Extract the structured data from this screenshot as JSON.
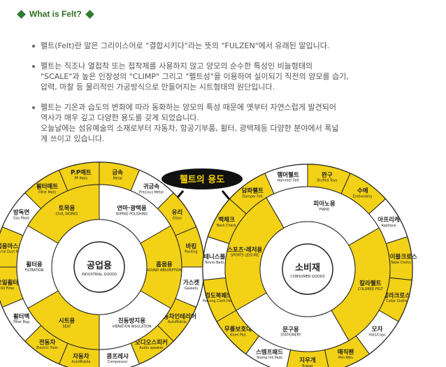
{
  "header": {
    "title": "What is Felt?"
  },
  "bullets": [
    {
      "lines": [
        "펠트(Felt)란 말은 그리이스어로 \"결합시키다\"라는 뜻의 \"FULZEN\"에서 유래된 말입니다."
      ]
    },
    {
      "lines": [
        "펠트는 직조나 열접착 또는 접착제를 사용하지 않고 양모의 순수한 특성인 비늘형태의",
        "\"SCALE\"과 높은 인장성의 \"CLIMP\" 그리고 \"펠트성\"을 이용하여 실이되기 직전의 양모를 습기,",
        "압력, 마찰 등 물리적인 가공방식으로 만들어지는 시트형태의 원단입니다."
      ]
    },
    {
      "lines": [
        "펠트는 기온과 습도의 변화에 따라 동화하는 양모의 특성 때문에 옛부터 자연스럽게 발견되어",
        "역사가 매우 깊고 다양한 용도를 갖게 되었습니다.",
        "오늘날에는 섬유예술의 소재로부터 자동차, 항공기부품, 휠터, 광택제등 다양한 분야에서 폭넓",
        "게 쓰이고 있습니다."
      ]
    }
  ],
  "diagram": {
    "title": "휄트의 용도",
    "industrial": {
      "center_ko": "공업용",
      "center_en": "INDUSTRIAL GOODS",
      "outer": [
        {
          "ko": "금속",
          "en": "Metal"
        },
        {
          "ko": "귀금속",
          "en": "Precious Metal"
        },
        {
          "ko": "유리",
          "en": "Glass"
        },
        {
          "ko": "바킹",
          "en": "Packing"
        },
        {
          "ko": "가스켓",
          "en": "Gaskets"
        },
        {
          "ko": "자동차인테리어",
          "en": "AutoMobile"
        },
        {
          "ko": "오디오스피커",
          "en": "Audio speaker"
        },
        {
          "ko": "콤프레샤",
          "en": "Compressor"
        },
        {
          "ko": "자동차",
          "en": "AutoMobile"
        },
        {
          "ko": "전동차",
          "en": "Electric Train"
        },
        {
          "ko": "휠터백",
          "en": "Filter Bag"
        },
        {
          "ko": "오일휠터",
          "en": "Oil Filter"
        },
        {
          "ko": "산업용마스크",
          "en": "Industrial Dust Mask"
        },
        {
          "ko": "방독면",
          "en": "Gas Mask"
        },
        {
          "ko": "휠터매트",
          "en": "Filter Mats"
        },
        {
          "ko": "P.P매트",
          "en": "PP Mats"
        }
      ],
      "inner": [
        {
          "ko": "토목용",
          "en": "CIVIL WORKS"
        },
        {
          "ko": "연마·광택용",
          "en": "WIPING POLISHING"
        },
        {
          "ko": "흡음용",
          "en": "SOUND ABSORPTION"
        },
        {
          "ko": "진동방지용",
          "en": "VIBRATION INSULATION"
        },
        {
          "ko": "시트용",
          "en": "SEAT"
        },
        {
          "ko": "휠터용",
          "en": "FILTRATION"
        }
      ]
    },
    "consumer": {
      "center_ko": "소비재",
      "center_en": "CONSUMER GOODS",
      "outer": [
        {
          "ko": "완구",
          "en": "Stuffed Toys"
        },
        {
          "ko": "수예",
          "en": "Embroidery"
        },
        {
          "ko": "아프리케",
          "en": "Applique"
        },
        {
          "ko": "테이블크로스",
          "en": "Table Cloths"
        },
        {
          "ko": "칼라크로스",
          "en": "Collar Cloths"
        },
        {
          "ko": "모자",
          "en": "Hats/Caps"
        },
        {
          "ko": "매직팬",
          "en": "Pen Nibs"
        },
        {
          "ko": "지우개",
          "en": "Eraser"
        },
        {
          "ko": "스템프패드",
          "en": "Stamp Ink Pads"
        },
        {
          "ko": "무릎보호대",
          "en": "Knee Pad"
        },
        {
          "ko": "검도복패드",
          "en": "Fencing Cloth Pads"
        },
        {
          "ko": "테니스볼",
          "en": "Tennis Balls"
        },
        {
          "ko": "백체크",
          "en": "Back Check"
        },
        {
          "ko": "담파휄트",
          "en": "Damper Felt"
        },
        {
          "ko": "햄머휄트",
          "en": "Hammer Felt"
        }
      ],
      "inner": [
        {
          "ko": "피아노용",
          "en": "PIANO"
        },
        {
          "ko": "칼라휄트",
          "en": "COLORED FELT"
        },
        {
          "ko": "문구용",
          "en": "STATIONERY"
        },
        {
          "ko": "스포츠·레저용",
          "en": "SPORTS LEISURE"
        }
      ]
    }
  }
}
